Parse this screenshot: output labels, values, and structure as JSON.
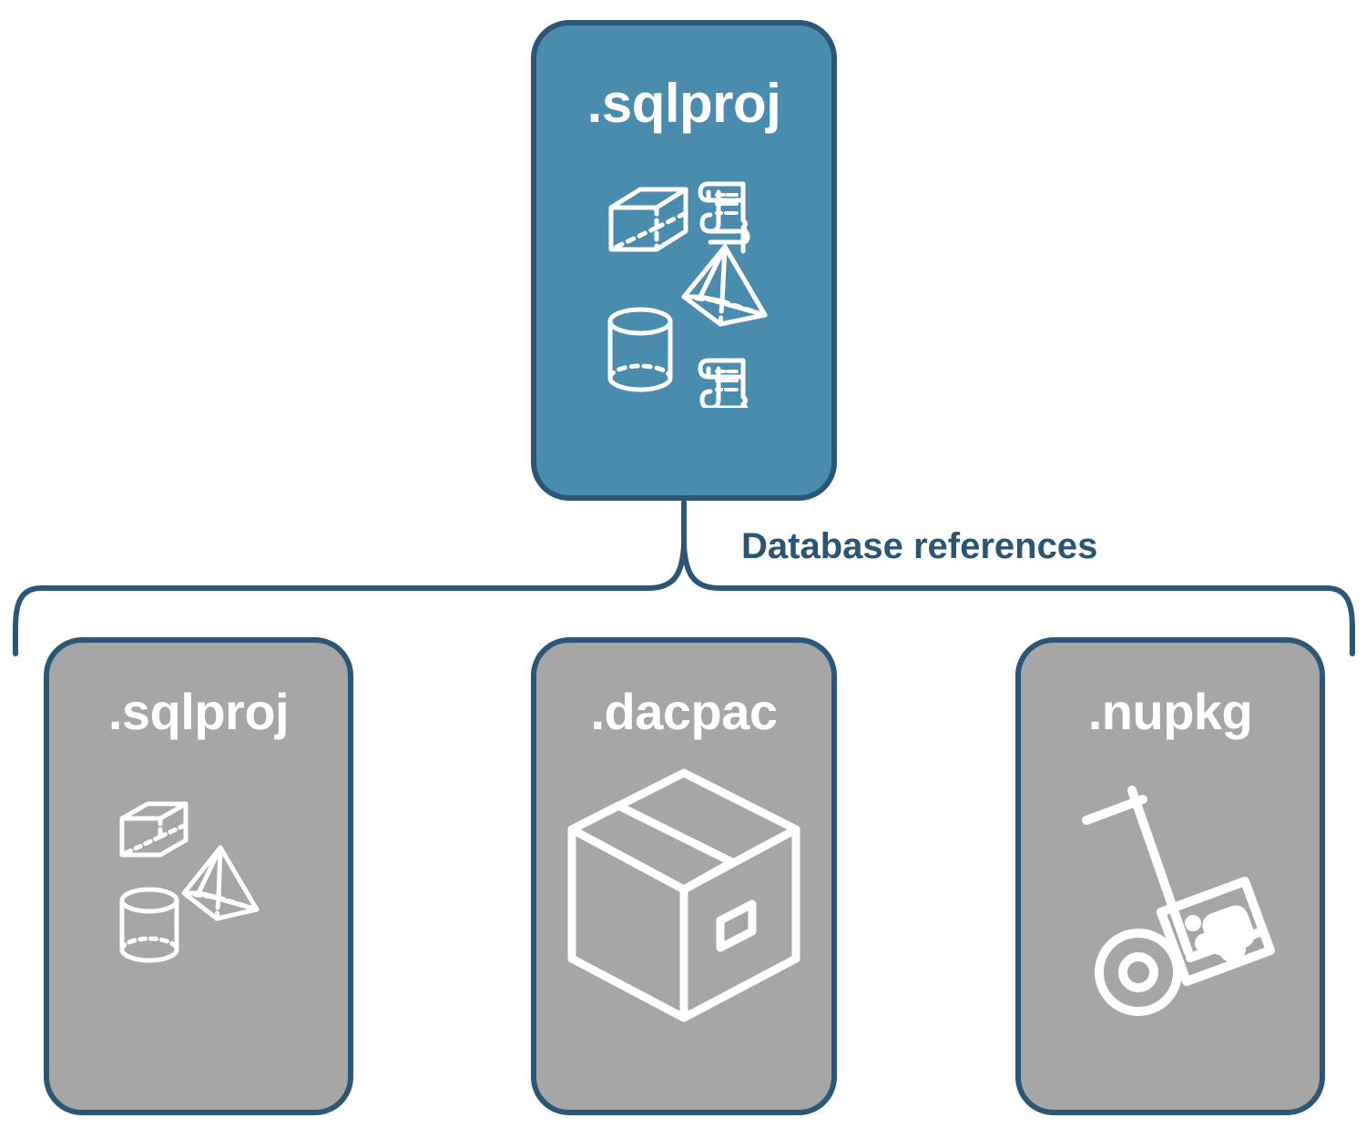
{
  "diagram": {
    "title_text_color": "#2c5574",
    "connector_label": "Database references",
    "colors": {
      "primary_card_fill": "#4a8cae",
      "secondary_card_fill": "#a6a6a6",
      "card_border": "#2b5676",
      "label_text": "#2c5574",
      "icon_stroke": "#ffffff",
      "background": "#ffffff"
    }
  },
  "top_node": {
    "label": ".sqlproj",
    "icons": [
      "cube-wireframe-icon",
      "scroll-script-icon",
      "pyramid-wireframe-icon",
      "cylinder-wireframe-icon",
      "scroll-script-icon"
    ]
  },
  "child_nodes": [
    {
      "label": ".sqlproj",
      "icons": [
        "cube-wireframe-icon",
        "pyramid-wireframe-icon",
        "cylinder-wireframe-icon"
      ]
    },
    {
      "label": ".dacpac",
      "icons": [
        "package-box-icon"
      ]
    },
    {
      "label": ".nupkg",
      "icons": [
        "hand-truck-package-icon"
      ]
    }
  ]
}
